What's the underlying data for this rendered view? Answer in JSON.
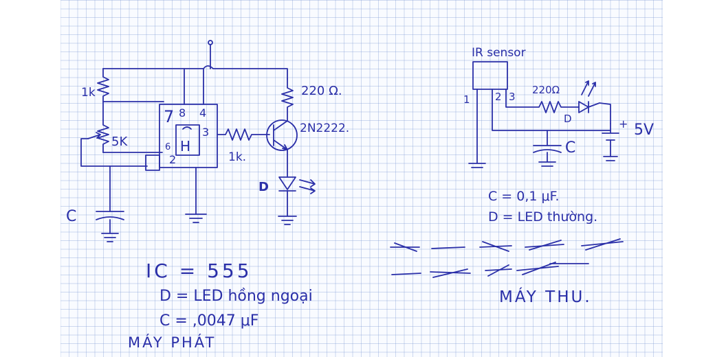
{
  "transmitter": {
    "r_top": "1k",
    "pot": "5K",
    "ic_pins_top": "7",
    "ic_pin8": "8",
    "ic_pin4": "4",
    "ic_pin3": "3",
    "ic_pin6": "6",
    "ic_pin2": "2",
    "ic_mark": "H",
    "r_base": "1k.",
    "r_collector": "220 Ω.",
    "transistor": "2N2222.",
    "diode": "D",
    "capacitor": "C",
    "note_ic": "IC = 555",
    "note_d": "D = LED hồng ngoại",
    "note_c": "C = ,0047 μF",
    "title": "MÁY PHÁT"
  },
  "receiver": {
    "sensor": "IR sensor",
    "pin1": "1",
    "pin2": "2",
    "pin3": "3",
    "resistor": "220Ω",
    "diode": "D",
    "capacitor": "C",
    "supply_plus": "+",
    "supply": "5V",
    "note_c": "C = 0,1 μF.",
    "note_d": "D = LED thường.",
    "title": "MÁY THU."
  },
  "colors": {
    "ink": "#2a2fa8",
    "grid": "#8aa2d8",
    "paper": "#f9fbff"
  }
}
